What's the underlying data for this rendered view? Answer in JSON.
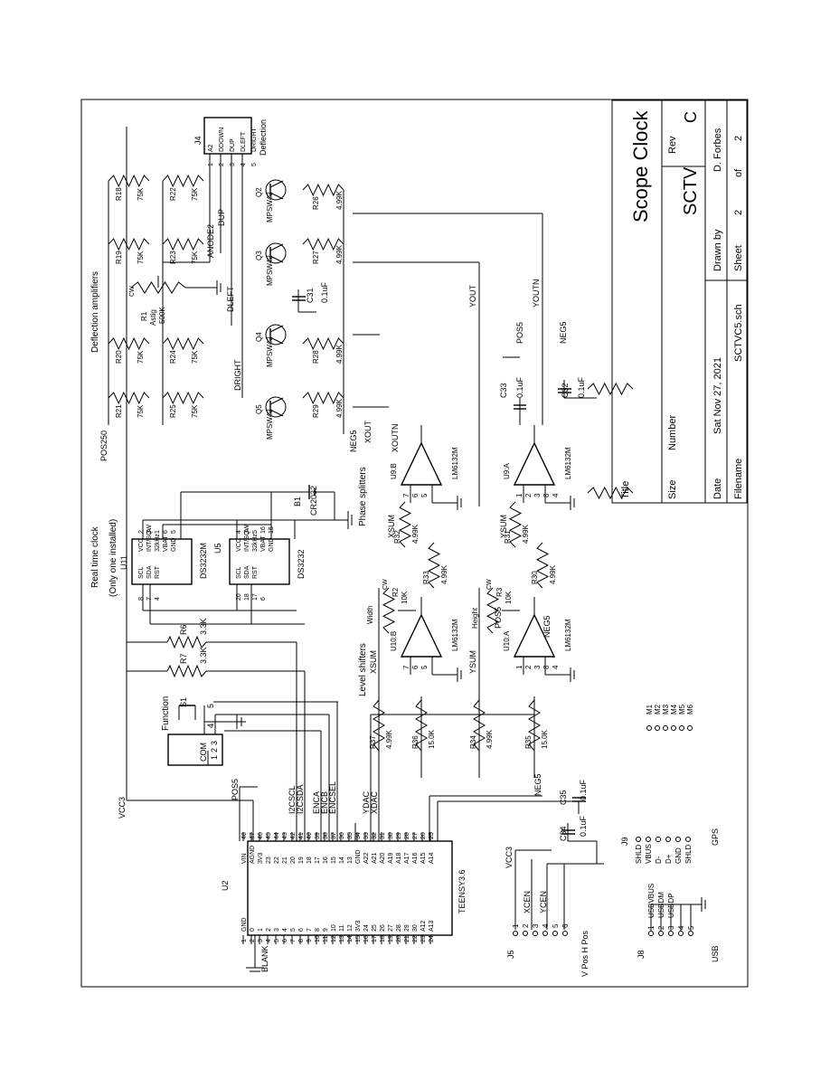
{
  "title_block": {
    "title_label": "Title",
    "title": "Scope Clock",
    "size_label": "Size",
    "number_label": "Number",
    "number": "SCTV",
    "rev_label": "Rev",
    "rev": "C",
    "date_label": "Date",
    "date": "Sat Nov 27, 2021",
    "drawn_by_label": "Drawn by",
    "drawn_by": "D. Forbes",
    "filename_label": "Filename",
    "filename": "SCTVC5.sch",
    "sheet_label": "Sheet",
    "sheet": "2",
    "of_label": "of",
    "sheets": "2"
  },
  "sections": {
    "rtc": "Real time clock",
    "rtc_note": "(Only one installed)",
    "deflection": "Deflection amplifiers",
    "level_shifters": "Level shifters",
    "phase_splitters": "Phase splitters"
  },
  "u2": {
    "ref": "U2",
    "part": "TEENSY3.6",
    "left_pins": [
      "1",
      "2",
      "3",
      "4",
      "5",
      "6",
      "7",
      "8",
      "9",
      "10",
      "11",
      "12",
      "13",
      "14",
      "15",
      "16",
      "17",
      "18",
      "19",
      "20",
      "21",
      "22",
      "23",
      "24"
    ],
    "left_names": [
      "GND",
      "0",
      "1",
      "2",
      "3",
      "4",
      "5",
      "6",
      "7",
      "8",
      "9",
      "10",
      "11",
      "12",
      "3V3",
      "24",
      "25",
      "26",
      "27",
      "28",
      "29",
      "30",
      "A12",
      "A13"
    ],
    "right_pins": [
      "48",
      "47",
      "46",
      "45",
      "44",
      "43",
      "42",
      "41",
      "40",
      "39",
      "38",
      "37",
      "36",
      "35",
      "34",
      "33",
      "32",
      "31",
      "30",
      "29",
      "28",
      "27",
      "26",
      "25"
    ],
    "right_names": [
      "VIN",
      "AGND",
      "3V3",
      "23",
      "22",
      "21",
      "20",
      "19",
      "18",
      "17",
      "16",
      "15",
      "14",
      "13",
      "GND",
      "A22",
      "A21",
      "A20",
      "A19",
      "A18",
      "A17",
      "A16",
      "A15",
      "A14"
    ]
  },
  "nets": {
    "vcc3": "VCC3",
    "pos5": "POS5",
    "pos250": "POS250",
    "neg5": "NEG5",
    "i2cscl": "I2CSCL",
    "i2csda": "I2CSDA",
    "enca": "ENCA",
    "encb": "ENCB",
    "encsel": "ENCSEL",
    "ydac": "YDAC",
    "xdac": "XDAC",
    "blank": "BLANK",
    "xsum": "XSUM",
    "ysum": "YSUM",
    "xout": "XOUT",
    "xoutn": "XOUTN",
    "yout": "YOUT",
    "youtn": "YOUTN",
    "dright": "DRIGHT",
    "dleft": "DLEFT",
    "dup": "DUP",
    "anode2": "ANODE2",
    "xcen": "XCEN",
    "ycen": "YCEN"
  },
  "j4": {
    "ref": "J4",
    "pins": [
      "A2",
      "DDOWN",
      "DUP",
      "DLEFT",
      "DRIGHT"
    ],
    "nums": [
      "1",
      "2",
      "3",
      "4",
      "5"
    ],
    "label": "Deflection"
  },
  "j5": {
    "ref": "J5",
    "nums": [
      "1",
      "2",
      "3",
      "4",
      "5",
      "6"
    ],
    "label": "V Pos H Pos"
  },
  "j8": {
    "ref": "J8",
    "nums": [
      "1",
      "2",
      "3",
      "4",
      "5"
    ],
    "pins": [
      "USBVBUS",
      "USBDM",
      "USBDP",
      "",
      ""
    ],
    "label": "USB"
  },
  "j9": {
    "ref": "J9",
    "pins": [
      "SHLD",
      "VBUS",
      "D-",
      "D+",
      "GND",
      "SHLD"
    ],
    "label": "GPS"
  },
  "mounting": [
    "M1",
    "M2",
    "M3",
    "M4",
    "M5",
    "M6"
  ],
  "u11": {
    "ref": "U11",
    "part": "DS3232M",
    "pins_l": [
      "SCL",
      "SDA",
      "RST"
    ],
    "pins_r": [
      "VCC",
      "INT/SQW",
      "32kHz",
      "VBAT",
      "GND"
    ],
    "nums_l": [
      "8",
      "7",
      "4"
    ],
    "nums_r": [
      "2",
      "3",
      "1",
      "6",
      "5"
    ]
  },
  "u5": {
    "ref": "U5",
    "part": "DS3232",
    "pins_l": [
      "SCL",
      "SDA",
      "RST"
    ],
    "pins_r": [
      "VCC",
      "INT/SQW",
      "32kHz",
      "VBAT",
      "GND"
    ],
    "nums_l": [
      "20",
      "18",
      "17",
      "6"
    ],
    "nums_r": [
      "4",
      "3",
      "5",
      "16",
      "15"
    ]
  },
  "b1": {
    "ref": "B1",
    "part": "CR2032"
  },
  "s1": {
    "ref": "S1",
    "label": "Function",
    "nums": [
      "4",
      "5",
      "1",
      "2",
      "3"
    ],
    "code": "COM"
  },
  "resistors": {
    "r6": [
      "R6",
      "3.3K"
    ],
    "r7": [
      "R7",
      "3.3K"
    ],
    "r2": [
      "R2",
      "10K"
    ],
    "r3": [
      "R3",
      "10K"
    ],
    "r30": [
      "R30",
      "4.99K"
    ],
    "r31": [
      "R31",
      "4.99K"
    ],
    "r32": [
      "R32",
      "4.99K"
    ],
    "r33": [
      "R33",
      "4.99K"
    ],
    "r34": [
      "R34",
      "4.99K"
    ],
    "r35": [
      "R35",
      "15.0K"
    ],
    "r36": [
      "R36",
      "15.0K"
    ],
    "r37": [
      "R37",
      "4.99K"
    ],
    "r18": [
      "R18",
      "75K"
    ],
    "r19": [
      "R19",
      "75K"
    ],
    "r20": [
      "R20",
      "75K"
    ],
    "r21": [
      "R21",
      "75K"
    ],
    "r22": [
      "R22",
      "75K"
    ],
    "r23": [
      "R23",
      "75K"
    ],
    "r24": [
      "R24",
      "75K"
    ],
    "r25": [
      "R25",
      "75K"
    ],
    "r26": [
      "R26",
      "4.99K"
    ],
    "r27": [
      "R27",
      "4.99K"
    ],
    "r28": [
      "R28",
      "4.99K"
    ],
    "r29": [
      "R29",
      "4.99K"
    ],
    "r1": [
      "R1",
      "500K"
    ]
  },
  "pot_labels": {
    "width": "Width",
    "height": "Height",
    "astig": "Astig",
    "cw": "CW"
  },
  "caps": {
    "c31": [
      "C31",
      "0.1uF"
    ],
    "c32": [
      "C32",
      "0.1uF"
    ],
    "c33": [
      "C33",
      "0.1uF"
    ],
    "c34": [
      "C34",
      "0.1uF"
    ],
    "c35": [
      "C35",
      "0.1uF"
    ]
  },
  "transistors": {
    "q2": [
      "Q2",
      "MPSW42"
    ],
    "q3": [
      "Q3",
      "MPSW42"
    ],
    "q4": [
      "Q4",
      "MPSW42"
    ],
    "q5": [
      "Q5",
      "MPSW42"
    ]
  },
  "opamps": {
    "u9b": [
      "U9:B",
      "LM6132M"
    ],
    "u9a": [
      "U9:A",
      "LM6132M"
    ],
    "u10b": [
      "U10:B",
      "LM6132M"
    ],
    "u10a": [
      "U10:A",
      "LM6132M"
    ]
  },
  "opamp_pins": {
    "u9b": [
      "7",
      "6",
      "5"
    ],
    "u9a": [
      "1",
      "2",
      "3",
      "8",
      "4"
    ],
    "u10b": [
      "7",
      "6",
      "5"
    ],
    "u10a": [
      "1",
      "2",
      "3",
      "8",
      "4"
    ]
  }
}
